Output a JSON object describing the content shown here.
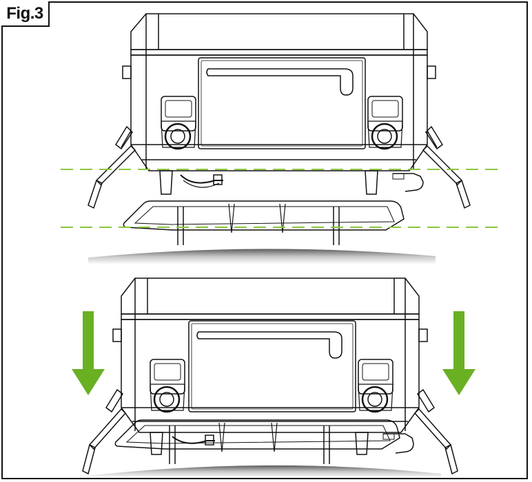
{
  "figure": {
    "label": "Fig.3"
  },
  "colors": {
    "line": "#111111",
    "guide": "#8cc63f",
    "arrow": "#6ab023",
    "ground": "#7a7a7a"
  },
  "panels": [
    {
      "name": "top",
      "state": "unit-above-stand"
    },
    {
      "name": "bottom",
      "state": "unit-lowered-onto-stand"
    }
  ]
}
